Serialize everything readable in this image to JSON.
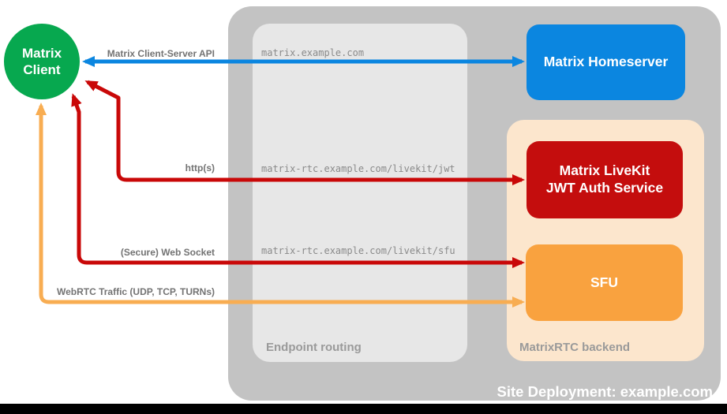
{
  "colors": {
    "bg": "#ffffff",
    "container-gray": "#c3c3c3",
    "panel-gray": "#e7e7e7",
    "backend-peach": "#fce6cd",
    "client-green": "#07a84f",
    "homeserver-blue": "#0b86e0",
    "jwt-red": "#c40d0d",
    "sfu-orange": "#f9a23f",
    "arrow-blue": "#0b86e0",
    "arrow-red": "#c90808",
    "arrow-orange": "#f8ad52",
    "label-gray": "#737373",
    "route-gray": "#8a8a8a",
    "panel-label-gray": "#9a9a9a",
    "bottom-bar-black": "#000000"
  },
  "nodes": {
    "client": {
      "lines": [
        "Matrix",
        "Client"
      ]
    },
    "homeserver": {
      "label": "Matrix Homeserver"
    },
    "jwt": {
      "lines": [
        "Matrix LiveKit",
        "JWT Auth Service"
      ]
    },
    "sfu": {
      "label": "SFU"
    }
  },
  "endpoint_routing": {
    "title": "Endpoint routing",
    "routes": [
      "matrix.example.com",
      "matrix-rtc.example.com/livekit/jwt",
      "matrix-rtc.example.com/livekit/sfu"
    ]
  },
  "backend": {
    "title": "MatrixRTC backend"
  },
  "connections": [
    {
      "label": "Matrix Client-Server API"
    },
    {
      "label": "http(s)"
    },
    {
      "label": "(Secure) Web Socket"
    },
    {
      "label": "WebRTC Traffic (UDP, TCP, TURNs)"
    }
  ],
  "footer": "Site Deployment: example.com"
}
